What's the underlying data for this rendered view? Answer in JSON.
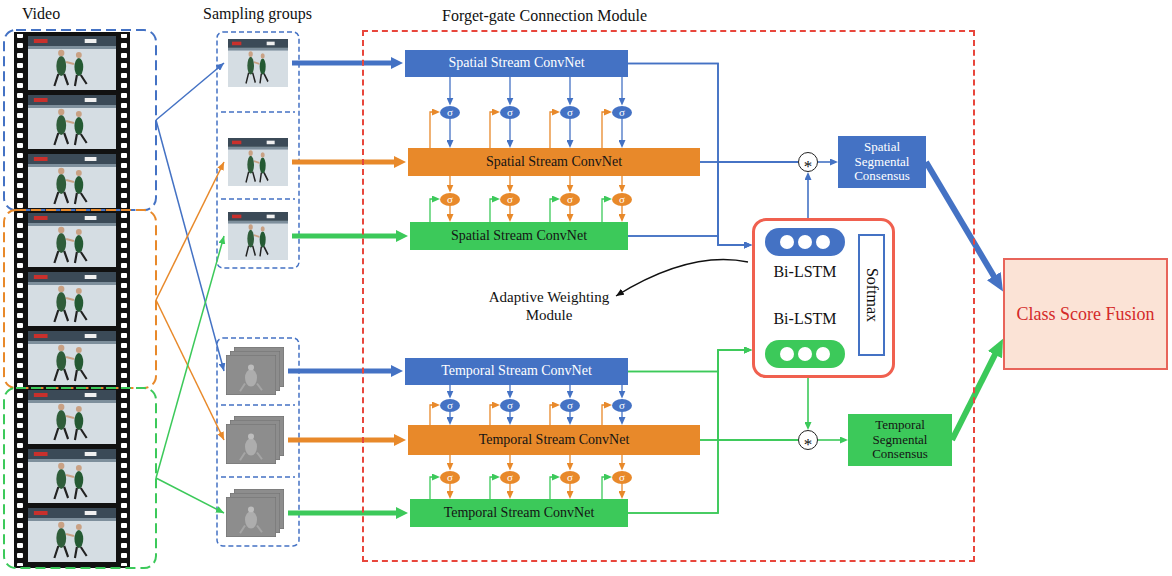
{
  "diagram": {
    "nodes": [
      {
        "text": [
          "Forget-gate Connection Module"
        ]
      },
      {
        "text": [
          "Spatial Stream ConvNet"
        ],
        "in": 0
      },
      {
        "text": [
          "σ"
        ],
        "in": 0
      },
      {
        "text": [
          "σ"
        ],
        "in": 0
      },
      {
        "text": [
          "σ"
        ],
        "in": 0
      },
      {
        "text": [
          "σ"
        ],
        "in": 0
      },
      {
        "text": [
          "Spatial Stream ConvNet"
        ],
        "in": 0
      },
      {
        "text": [
          "σ"
        ],
        "in": 0
      },
      {
        "text": [
          "σ"
        ],
        "in": 0
      },
      {
        "text": [
          "σ"
        ],
        "in": 0
      },
      {
        "text": [
          "σ"
        ],
        "in": 0
      },
      {
        "text": [
          "Spatial Stream ConvNet"
        ],
        "in": 0
      },
      {
        "text": [
          "*"
        ],
        "in": 0
      },
      {
        "text": [
          "Spatial Segmental Consensus"
        ],
        "in": 0
      },
      {
        "text": [
          "Adaptive Weighting Module"
        ],
        "in": 0
      },
      {
        "text": [
          "Bi-LSTM"
        ],
        "in": 14
      },
      {
        "text": [
          "Softmax"
        ],
        "in": 14
      },
      {
        "text": [
          "Bi-LSTM"
        ],
        "in": 14
      },
      {
        "text": [
          "Temporal Stream ConvNet"
        ],
        "in": 0
      },
      {
        "text": [
          "σ"
        ],
        "in": 0
      },
      {
        "text": [
          "σ"
        ],
        "in": 0
      },
      {
        "text": [
          "σ"
        ],
        "in": 0
      },
      {
        "text": [
          "σ"
        ],
        "in": 0
      },
      {
        "text": [
          "Temporal Stream ConvNet"
        ],
        "in": 0
      },
      {
        "text": [
          "σ"
        ],
        "in": 0
      },
      {
        "text": [
          "σ"
        ],
        "in": 0
      },
      {
        "text": [
          "σ"
        ],
        "in": 0
      },
      {
        "text": [
          "σ"
        ],
        "in": 0
      },
      {
        "text": [
          "Temporal Stream ConvNet"
        ],
        "in": 0
      },
      {
        "text": [
          "*"
        ],
        "in": 0
      },
      {
        "text": [
          "Temporal Segmental Consensus"
        ],
        "in": 0
      },
      {
        "text": [
          "Class Score Fusion"
        ]
      }
    ],
    "edges": [
      {
        "from": 1,
        "to": 2,
        "arrow": "to"
      },
      {
        "from": 2,
        "to": 6,
        "arrow": "to"
      },
      {
        "from": 6,
        "to": 2,
        "arrow": "to"
      },
      {
        "from": 1,
        "to": 3,
        "arrow": "to"
      },
      {
        "from": 3,
        "to": 6,
        "arrow": "to"
      },
      {
        "from": 6,
        "to": 3,
        "arrow": "to"
      },
      {
        "from": 1,
        "to": 4,
        "arrow": "to"
      },
      {
        "from": 4,
        "to": 6,
        "arrow": "to"
      },
      {
        "from": 6,
        "to": 4,
        "arrow": "to"
      },
      {
        "from": 1,
        "to": 5,
        "arrow": "to"
      },
      {
        "from": 5,
        "to": 6,
        "arrow": "to"
      },
      {
        "from": 6,
        "to": 5,
        "arrow": "to"
      },
      {
        "from": 6,
        "to": 7,
        "arrow": "to"
      },
      {
        "from": 7,
        "to": 11,
        "arrow": "to"
      },
      {
        "from": 11,
        "to": 7,
        "arrow": "to"
      },
      {
        "from": 6,
        "to": 8,
        "arrow": "to"
      },
      {
        "from": 8,
        "to": 11,
        "arrow": "to"
      },
      {
        "from": 11,
        "to": 8,
        "arrow": "to"
      },
      {
        "from": 6,
        "to": 9,
        "arrow": "to"
      },
      {
        "from": 9,
        "to": 11,
        "arrow": "to"
      },
      {
        "from": 11,
        "to": 9,
        "arrow": "to"
      },
      {
        "from": 6,
        "to": 10,
        "arrow": "to"
      },
      {
        "from": 10,
        "to": 11,
        "arrow": "to"
      },
      {
        "from": 11,
        "to": 10,
        "arrow": "to"
      },
      {
        "from": 1,
        "to": 12,
        "arrow": "none"
      },
      {
        "from": 6,
        "to": 12,
        "arrow": "none"
      },
      {
        "from": 11,
        "to": 12,
        "arrow": "none"
      },
      {
        "from": 1,
        "to": 14,
        "arrow": "to"
      },
      {
        "from": 6,
        "to": 14,
        "arrow": "to"
      },
      {
        "from": 11,
        "to": 14,
        "arrow": "to"
      },
      {
        "from": 14,
        "to": 12,
        "arrow": "to"
      },
      {
        "from": 12,
        "to": 13,
        "arrow": "to"
      },
      {
        "from": 13,
        "to": 31,
        "arrow": "to"
      },
      {
        "from": 18,
        "to": 19,
        "arrow": "to"
      },
      {
        "from": 19,
        "to": 23,
        "arrow": "to"
      },
      {
        "from": 23,
        "to": 19,
        "arrow": "to"
      },
      {
        "from": 18,
        "to": 20,
        "arrow": "to"
      },
      {
        "from": 20,
        "to": 23,
        "arrow": "to"
      },
      {
        "from": 23,
        "to": 20,
        "arrow": "to"
      },
      {
        "from": 18,
        "to": 21,
        "arrow": "to"
      },
      {
        "from": 21,
        "to": 23,
        "arrow": "to"
      },
      {
        "from": 23,
        "to": 21,
        "arrow": "to"
      },
      {
        "from": 18,
        "to": 22,
        "arrow": "to"
      },
      {
        "from": 22,
        "to": 23,
        "arrow": "to"
      },
      {
        "from": 23,
        "to": 22,
        "arrow": "to"
      },
      {
        "from": 23,
        "to": 24,
        "arrow": "to"
      },
      {
        "from": 24,
        "to": 28,
        "arrow": "to"
      },
      {
        "from": 28,
        "to": 24,
        "arrow": "to"
      },
      {
        "from": 23,
        "to": 25,
        "arrow": "to"
      },
      {
        "from": 25,
        "to": 28,
        "arrow": "to"
      },
      {
        "from": 28,
        "to": 25,
        "arrow": "to"
      },
      {
        "from": 23,
        "to": 26,
        "arrow": "to"
      },
      {
        "from": 26,
        "to": 28,
        "arrow": "to"
      },
      {
        "from": 28,
        "to": 26,
        "arrow": "to"
      },
      {
        "from": 23,
        "to": 27,
        "arrow": "to"
      },
      {
        "from": 27,
        "to": 28,
        "arrow": "to"
      },
      {
        "from": 28,
        "to": 27,
        "arrow": "to"
      },
      {
        "from": 18,
        "to": 29,
        "arrow": "none"
      },
      {
        "from": 23,
        "to": 29,
        "arrow": "none"
      },
      {
        "from": 28,
        "to": 29,
        "arrow": "none"
      },
      {
        "from": 18,
        "to": 14,
        "arrow": "to"
      },
      {
        "from": 23,
        "to": 14,
        "arrow": "to"
      },
      {
        "from": 28,
        "to": 14,
        "arrow": "to"
      },
      {
        "from": 14,
        "to": 29,
        "arrow": "to"
      },
      {
        "from": 29,
        "to": 30,
        "arrow": "to"
      },
      {
        "from": 30,
        "to": 31,
        "arrow": "to"
      }
    ],
    "labels": [
      "Video",
      "Sampling groups"
    ]
  }
}
